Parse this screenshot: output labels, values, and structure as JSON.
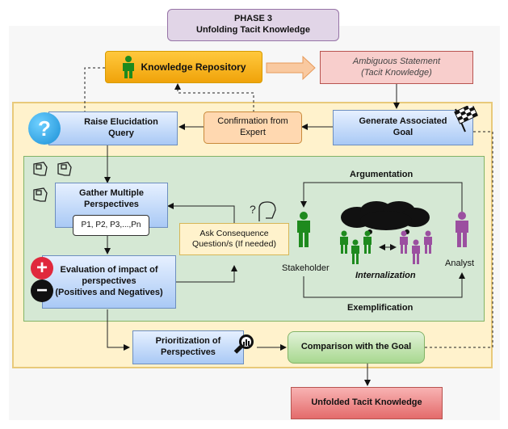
{
  "phase": {
    "title": "PHASE 3",
    "subtitle": "Unfolding Tacit Knowledge"
  },
  "knowledge_repository": "Knowledge Repository",
  "ambiguous_statement": {
    "line1": "Ambiguous Statement",
    "line2": "(Tacit Knowledge)"
  },
  "generate_goal": {
    "line1": "Generate Associated",
    "line2": "Goal"
  },
  "confirmation": {
    "line1": "Confirmation from",
    "line2": "Expert"
  },
  "elucidation": {
    "line1": "Raise Elucidation",
    "line2": "Query"
  },
  "gather": {
    "line1": "Gather Multiple",
    "line2": "Perspectives"
  },
  "perspectives_list": "P1, P2, P3,...,Pn",
  "ask_consequence": {
    "line1": "Ask Consequence",
    "line2": "Question/s (If needed)"
  },
  "evaluation": {
    "line1": "Evaluation of impact of",
    "line2": "perspectives",
    "line3": "(Positives and Negatives)"
  },
  "argumentation": "Argumentation",
  "exemplification": "Exemplification",
  "stakeholder": "Stakeholder",
  "analyst": "Analyst",
  "internalization": "Internalization",
  "prioritization": {
    "line1": "Prioritization of",
    "line2": "Perspectives"
  },
  "comparison": "Comparison with the Goal",
  "unfolded": "Unfolded Tacit Knowledge",
  "colors": {
    "green_person": "#1e8a1e",
    "purple_person": "#9b4fa0",
    "outer_bg": "#fff3d6",
    "inner_bg": "#d9ead3"
  }
}
